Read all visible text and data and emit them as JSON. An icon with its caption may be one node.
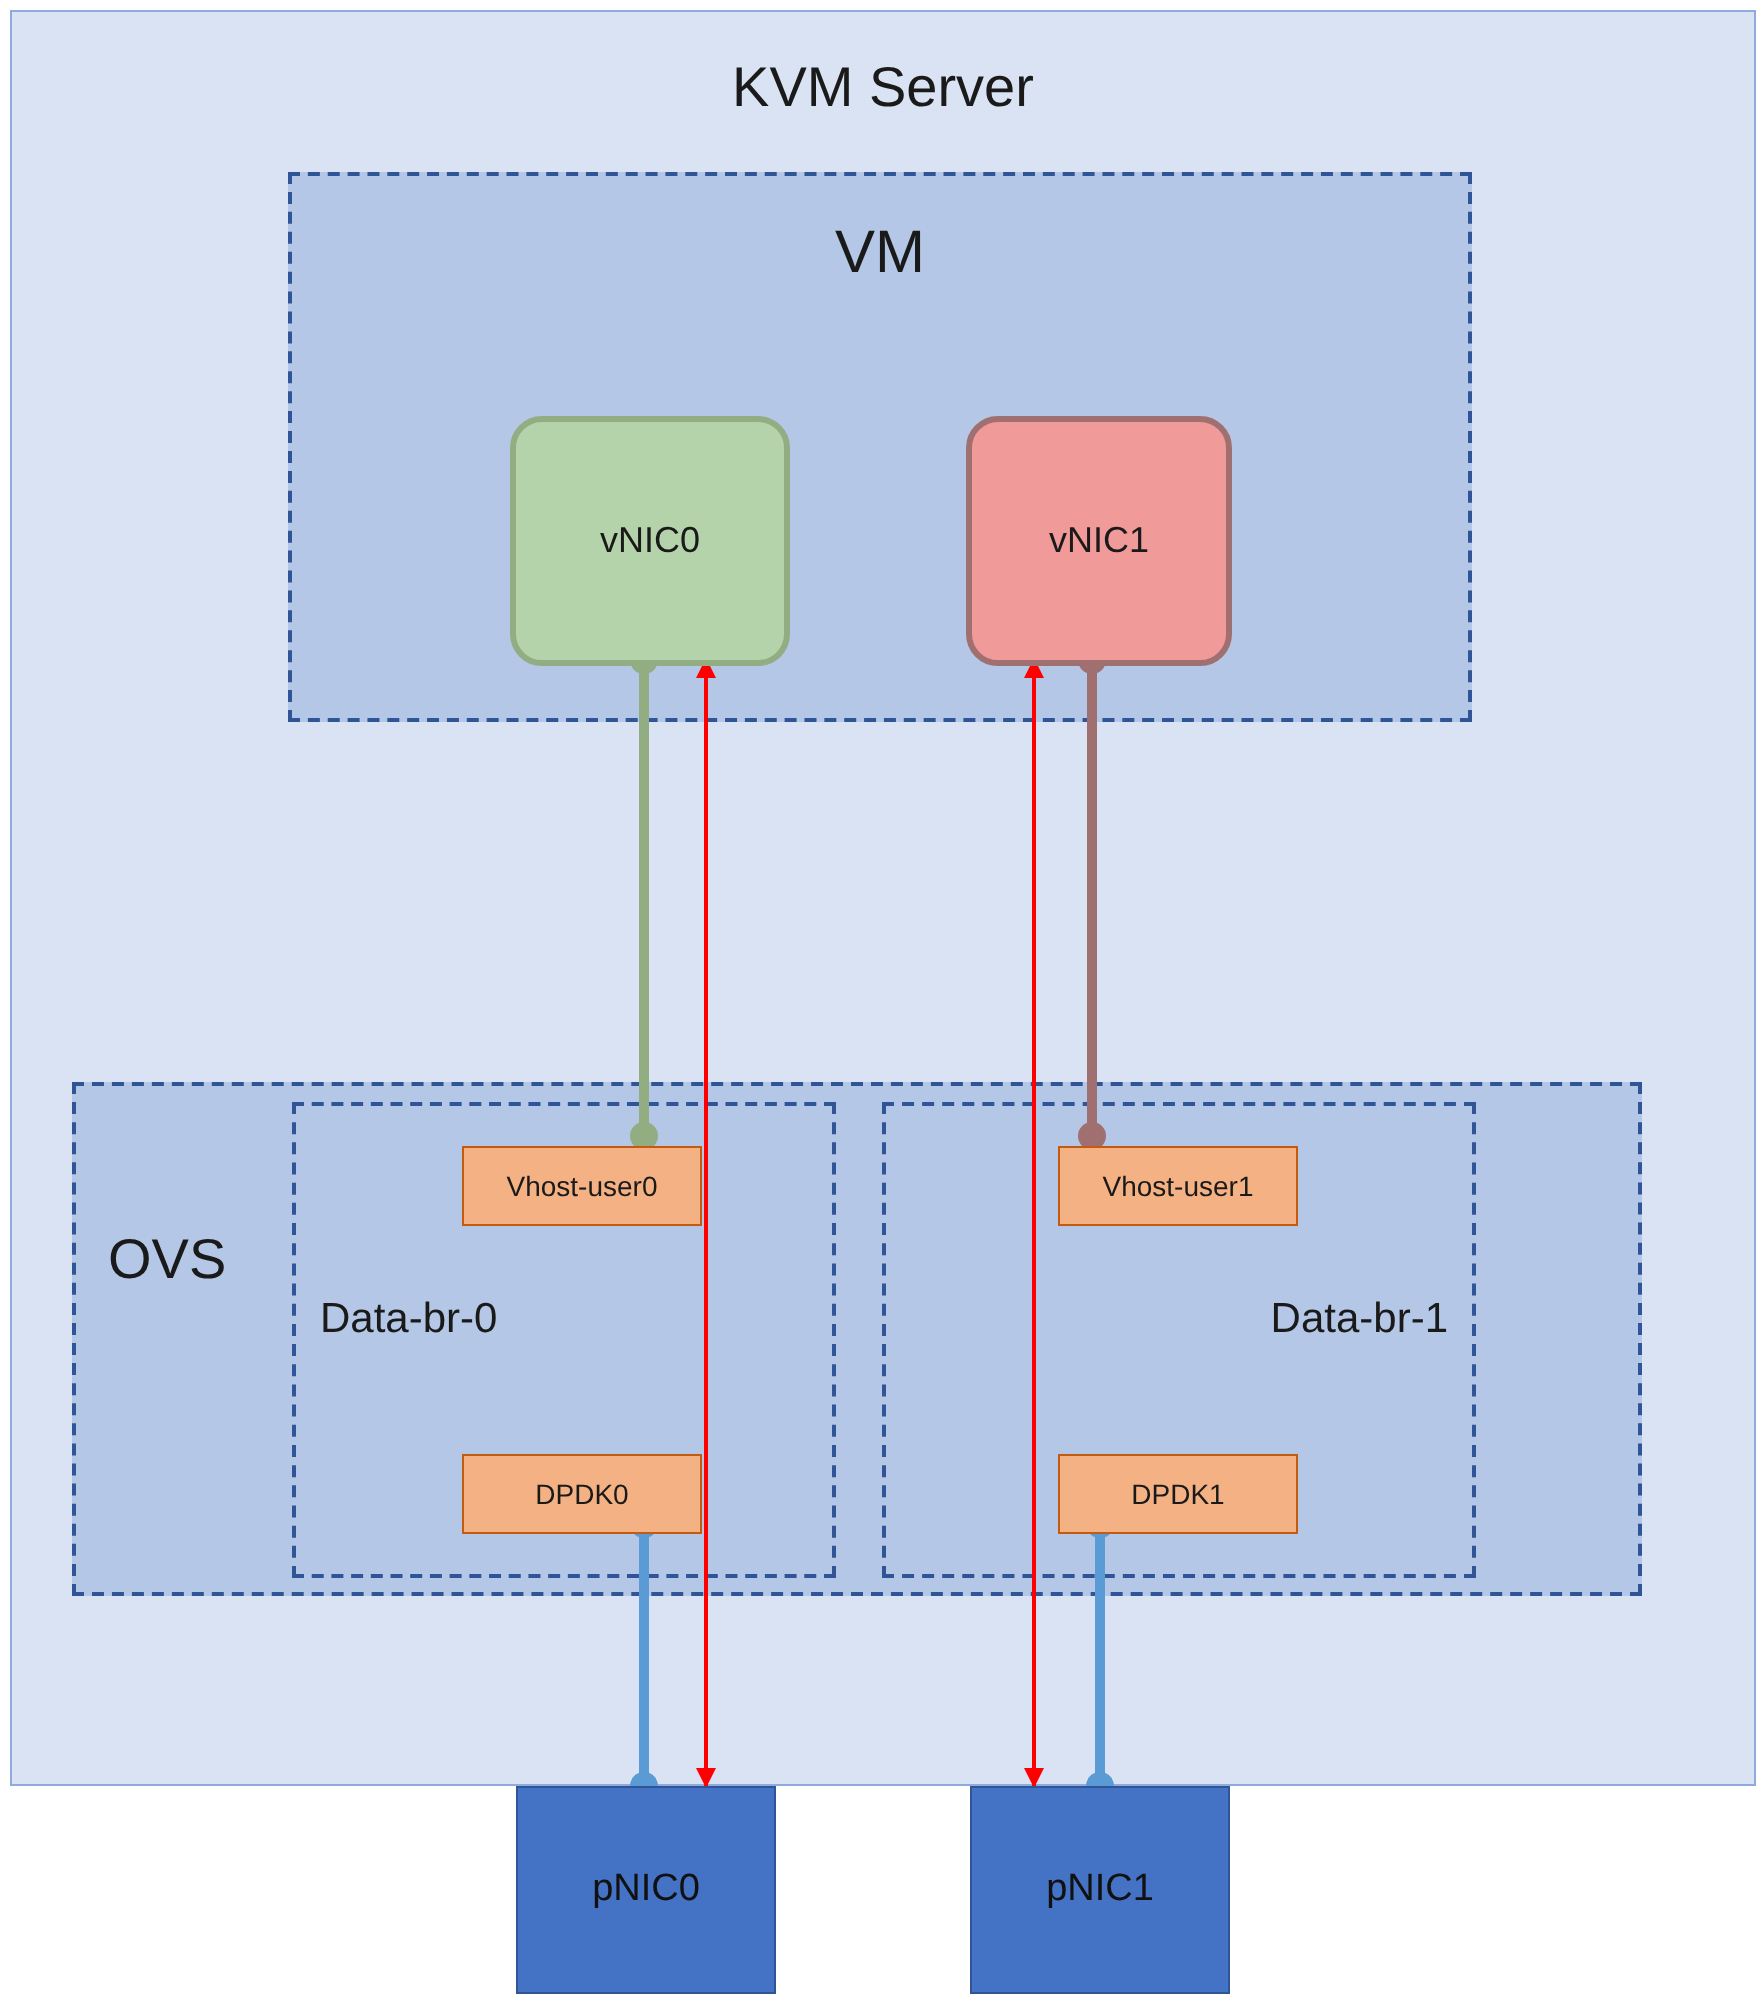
{
  "diagram": {
    "nodes": [
      {
        "text": [
          "KVM Server"
        ]
      },
      {
        "text": [
          "VM"
        ],
        "in": 0
      },
      {
        "text": [
          "vNIC0"
        ],
        "in": 1
      },
      {
        "text": [
          "vNIC1"
        ],
        "in": 1
      },
      {
        "text": [
          "OVS"
        ],
        "in": 0
      },
      {
        "text": [
          "Data-br-0"
        ],
        "in": 4
      },
      {
        "text": [
          "Vhost-user0"
        ],
        "in": 5
      },
      {
        "text": [
          "DPDK0"
        ],
        "in": 5
      },
      {
        "text": [
          "Data-br-1"
        ],
        "in": 4
      },
      {
        "text": [
          "Vhost-user1"
        ],
        "in": 8
      },
      {
        "text": [
          "DPDK1"
        ],
        "in": 8
      },
      {
        "text": [
          "pNIC0"
        ]
      },
      {
        "text": [
          "pNIC1"
        ]
      }
    ],
    "edges": [
      {
        "from": 2,
        "to": 6,
        "arrow": "other",
        "color": "#93ad82"
      },
      {
        "from": 2,
        "to": 11,
        "arrow": "both",
        "color": "#ff0000"
      },
      {
        "from": 3,
        "to": 12,
        "arrow": "both",
        "color": "#ff0000"
      },
      {
        "from": 3,
        "to": 9,
        "arrow": "other",
        "color": "#a07070"
      },
      {
        "from": 7,
        "to": 11,
        "arrow": "other",
        "color": "#5b9bd5"
      },
      {
        "from": 10,
        "to": 12,
        "arrow": "other",
        "color": "#5b9bd5"
      }
    ]
  }
}
